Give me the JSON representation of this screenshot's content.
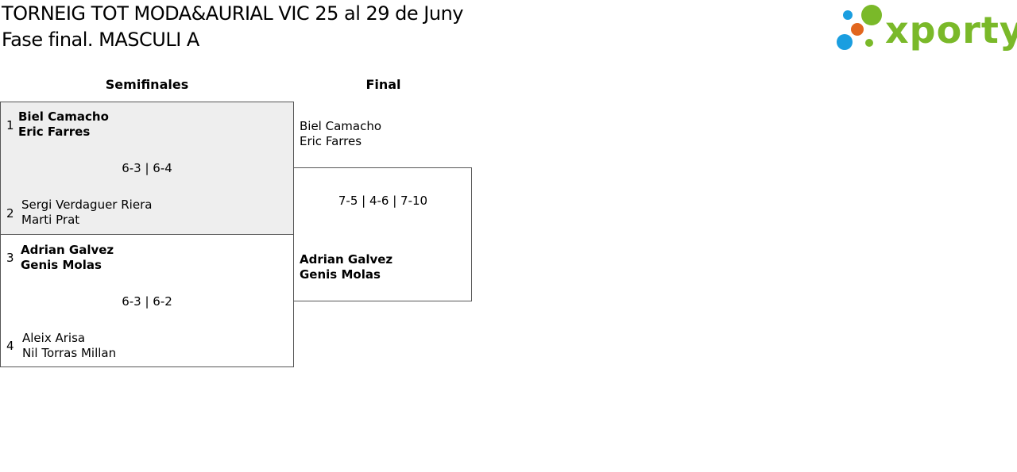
{
  "header": {
    "title_line1": "TORNEIG TOT MODA&AURIAL VIC 25 al 29 de Juny",
    "title_line2": "Fase final. MASCULI A"
  },
  "logo": {
    "text": "xporty",
    "colors": {
      "green": "#7ab929",
      "blue": "#1a9ee0",
      "orange": "#e2661e"
    }
  },
  "columns": {
    "semifinals": "Semifinales",
    "final": "Final"
  },
  "semifinals": [
    {
      "seed_top": "1",
      "team_top": [
        "Biel Camacho",
        "Eric Farres"
      ],
      "score": "6-3 | 6-4",
      "seed_bottom": "2",
      "team_bottom": [
        "Sergi Verdaguer Riera",
        "Marti Prat"
      ]
    },
    {
      "seed_top": "3",
      "team_top": [
        "Adrian Galvez",
        "Genis Molas"
      ],
      "score": "6-3 | 6-2",
      "seed_bottom": "4",
      "team_bottom": [
        "Aleix Arisa",
        "Nil Torras Millan"
      ]
    }
  ],
  "final": {
    "team_top": [
      "Biel Camacho",
      "Eric Farres"
    ],
    "score": "7-5 | 4-6 | 7-10",
    "team_bottom": [
      "Adrian Galvez",
      "Genis Molas"
    ]
  }
}
